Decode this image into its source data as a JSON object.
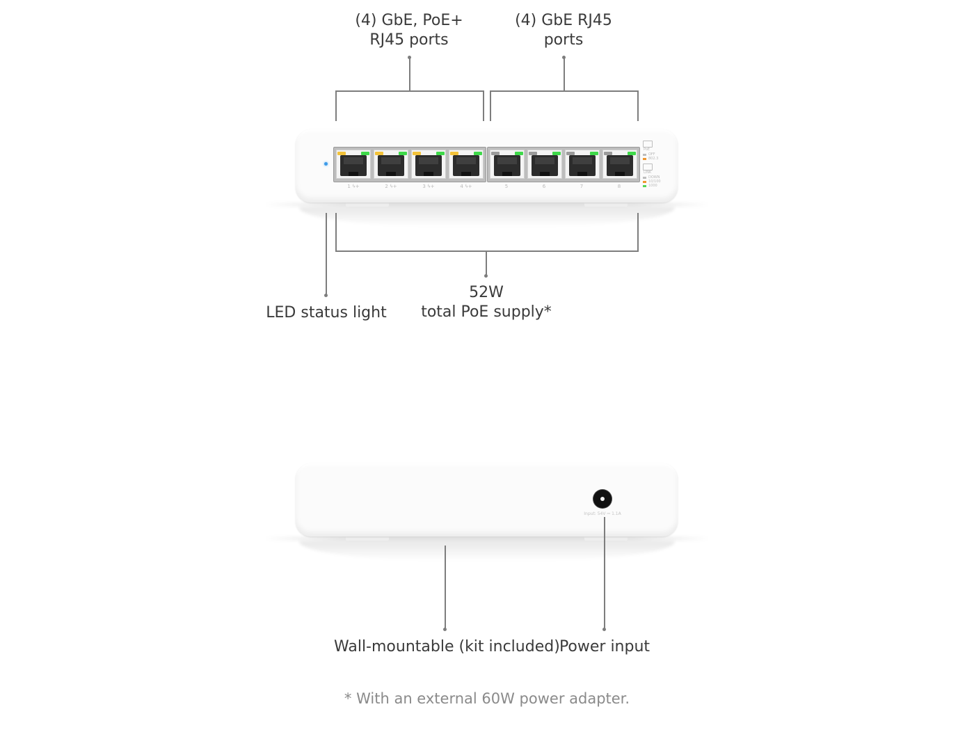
{
  "callouts": {
    "poe_ports": [
      "(4) GbE, PoE+",
      "RJ45 ports"
    ],
    "rj45_ports": [
      "(4) GbE RJ45",
      "ports"
    ],
    "led_status": "LED status light",
    "poe_supply": [
      "52W",
      "total PoE supply*"
    ],
    "wall_mount": "Wall-mountable (kit included)",
    "power_input": "Power input"
  },
  "footnote": "* With an external 60W power adapter.",
  "device_front": {
    "port_numbers": [
      "1",
      "2",
      "3",
      "4",
      "5",
      "6",
      "7",
      "8"
    ],
    "poe_mark": "ϟ+",
    "legend": {
      "poe_title": "PoE",
      "poe_items": [
        {
          "label": "OFF",
          "color": "#bdbdbd"
        },
        {
          "label": "802.3",
          "color": "#f0962f"
        }
      ],
      "link_title": "LINK",
      "link_items": [
        {
          "label": "DOWN",
          "color": "#bdbdbd"
        },
        {
          "label": "10/100",
          "color": "#f0962f"
        },
        {
          "label": "1000",
          "color": "#55d455"
        }
      ]
    },
    "status_led_color": "#3d9be9",
    "led_colors": {
      "poe_on": "#f3c23a",
      "link_1000": "#3fd94a",
      "off": "#9b9b9b"
    }
  },
  "device_back": {
    "power_rating": "Input: 54V ⎓ 1.1A"
  }
}
